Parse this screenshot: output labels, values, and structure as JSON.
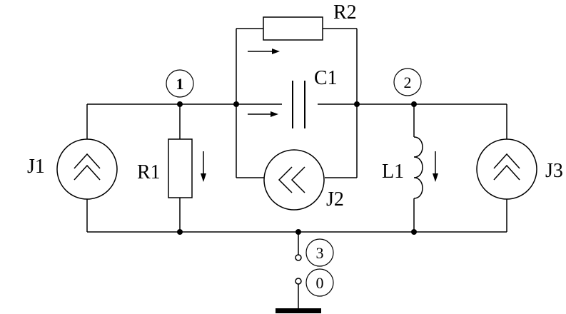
{
  "diagram": {
    "components": {
      "R2": "R2",
      "C1": "C1",
      "R1": "R1",
      "J1": "J1",
      "J2": "J2",
      "J3": "J3",
      "L1": "L1"
    },
    "nodes": {
      "n1": "1",
      "n2": "2",
      "n3": "3",
      "n0": "0"
    },
    "colors": {
      "line": "#000000",
      "background": "#ffffff"
    }
  }
}
